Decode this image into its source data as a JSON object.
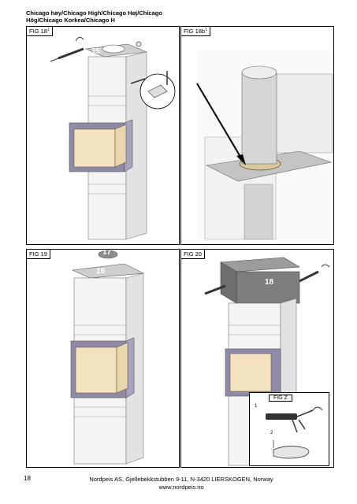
{
  "header": {
    "line1": "Chicago høy/Chicago High/Chicago Høj/Chicago",
    "line2": "Hög/Chicago Korkea/Chicago H"
  },
  "figures": [
    {
      "label": "FIG 18",
      "sup": "1"
    },
    {
      "label": "FIG 18b",
      "sup": "1"
    },
    {
      "label": "FIG 19",
      "sup": ""
    },
    {
      "label": "FIG 20",
      "sup": ""
    }
  ],
  "part_numbers": {
    "p15": "15",
    "p16": "16",
    "p17": "17",
    "p18": "18"
  },
  "figz": {
    "label": "FIG Z",
    "step1": "1",
    "step2": "2"
  },
  "footer": {
    "page": "18",
    "address": "Nordpeis AS, Gjellebekkstubben 9-11, N-3420 LIERSKOGEN, Norway",
    "url": "www.nordpeis.no"
  },
  "colors": {
    "stove_glass": "#f3e2c0",
    "frame": "#8f8aa8",
    "plate": "#bdbdbd",
    "top_block": "#7d7d7f"
  }
}
